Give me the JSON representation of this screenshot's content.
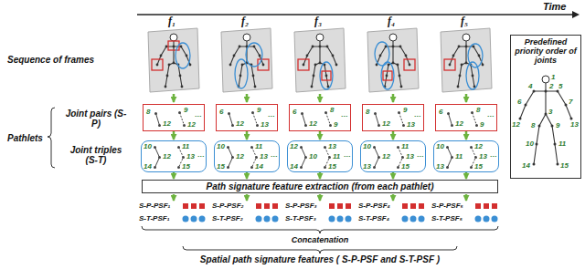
{
  "diagram": {
    "nodes": [
      {
        "text": [
          "8",
          "12",
          "9",
          "12",
          "…"
        ]
      },
      {
        "text": [
          "6",
          "12",
          "9",
          "13",
          "…"
        ]
      },
      {
        "text": [
          "6",
          "12",
          "8",
          "9",
          "…"
        ]
      },
      {
        "text": [
          "8",
          "12",
          "9",
          "13",
          "…"
        ]
      },
      {
        "text": [
          "6",
          "12",
          "8",
          "9",
          "…"
        ]
      },
      {
        "text": [
          "10",
          "12",
          "14",
          "11",
          "13",
          "15",
          "…"
        ]
      },
      {
        "text": [
          "10",
          "12",
          "15",
          "11",
          "13",
          "14",
          "…"
        ]
      },
      {
        "text": [
          "12",
          "10",
          "14",
          "13",
          "11",
          "15",
          "…"
        ]
      },
      {
        "text": [
          "10",
          "12",
          "13",
          "11",
          "13",
          "15",
          "…"
        ]
      },
      {
        "text": [
          "10",
          "11",
          "13",
          "12",
          "13",
          "15",
          "…"
        ]
      },
      {
        "text": [
          "Path signature feature extraction (from each pathlet)"
        ]
      },
      {
        "text": [
          "Predefined priority order of joints",
          "1",
          "2",
          "3",
          "4",
          "5",
          "6",
          "7",
          "8",
          "9",
          "10",
          "11",
          "12",
          "13",
          "14",
          "15"
        ]
      }
    ],
    "edges": [
      {
        "from": 0,
        "to": 5,
        "arrow": "to"
      },
      {
        "from": 1,
        "to": 6,
        "arrow": "to"
      },
      {
        "from": 2,
        "to": 7,
        "arrow": "to"
      },
      {
        "from": 3,
        "to": 8,
        "arrow": "to"
      },
      {
        "from": 4,
        "to": 9,
        "arrow": "to"
      },
      {
        "from": 5,
        "to": 10,
        "arrow": "to"
      },
      {
        "from": 6,
        "to": 10,
        "arrow": "to"
      },
      {
        "from": 7,
        "to": 10,
        "arrow": "to"
      },
      {
        "from": 8,
        "to": 10,
        "arrow": "to"
      },
      {
        "from": 9,
        "to": 10,
        "arrow": "to"
      }
    ],
    "labels": [
      "Time",
      "f₁",
      "f₂",
      "f₃",
      "f₄",
      "f₅",
      "Sequence of frames",
      "Pathlets",
      "Joint pairs (S-P)",
      "Joint triples (S-T)",
      "S-P-PSF₁",
      "S-P-PSF₂",
      "S-P-PSF₃",
      "S-P-PSF₄",
      "S-P-PSF₅",
      "S-T-PSF₁",
      "S-T-PSF₂",
      "S-T-PSF₃",
      "S-T-PSF₄",
      "S-T-PSF₅",
      "Concatenation",
      "Spatial path signature features ( S-P-PSF and S-T-PSF )"
    ]
  }
}
